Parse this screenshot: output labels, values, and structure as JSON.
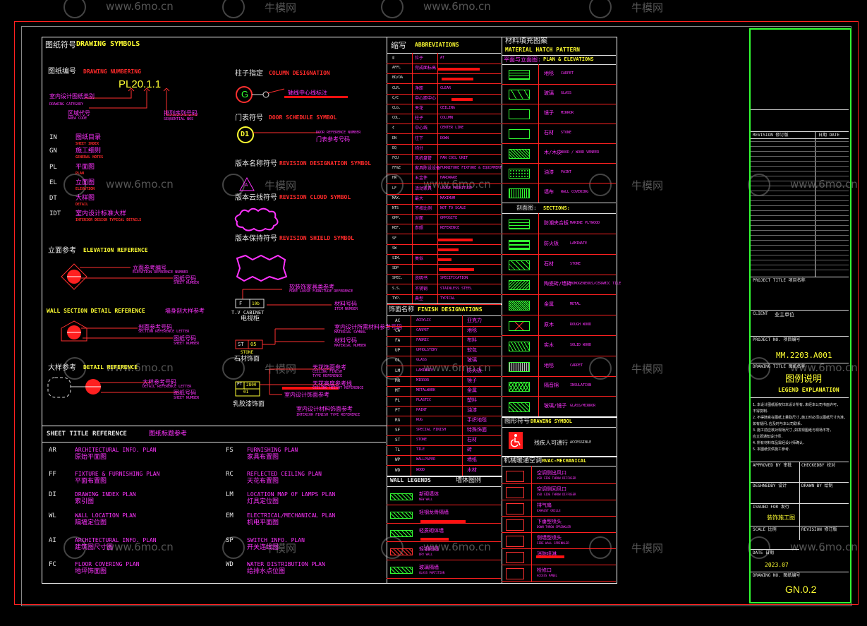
{
  "watermarks": [
    "www.6mo.cn",
    "牛模网"
  ],
  "drawing_symbols": {
    "title_cn": "图纸符号",
    "title_en": "DRAWING SYMBOLS",
    "numbering_cn": "图纸编号",
    "numbering_en": "DRAWING NUMBERING",
    "numbering_example": "PL20.1.1",
    "numbering_notes": [
      "室内设计图纸类别",
      "DRAWING CATEGORY",
      "区域代号",
      "AREA CODE",
      "排列序列号码",
      "SEQUENTIAL NOS"
    ],
    "category_codes": [
      {
        "code": "IN",
        "cn": "图纸目录",
        "en": "SHEET INDEX"
      },
      {
        "code": "GN",
        "cn": "施工细则",
        "en": "GENERAL NOTES"
      },
      {
        "code": "PL",
        "cn": "平面图",
        "en": "PLAN"
      },
      {
        "code": "EL",
        "cn": "立面图",
        "en": "ELEVATION"
      },
      {
        "code": "DT",
        "cn": "大样图",
        "en": "DETAIL"
      },
      {
        "code": "IDT",
        "cn": "室内设计标准大样",
        "en": "INTERIOR DESIGN TYPICAL DETAILS"
      }
    ],
    "elevation_ref_cn": "立面参考",
    "elevation_ref_en": "ELEVATION REFERENCE",
    "elevation_ref_notes": [
      "立面参考编号",
      "ELEVATION REFERENCE NUMBER",
      "图纸号码",
      "SHEET NUMBER"
    ],
    "wall_section_en": "WALL SECTION DETAIL REFERENCE",
    "wall_section_cn": "墙身剖大样参考",
    "wall_section_notes": [
      "剖面参考号码",
      "SECTION REFERENCE LETTER",
      "图纸号码",
      "SHEET NUMBER"
    ],
    "detail_ref_cn": "大样参考",
    "detail_ref_en": "DETAIL REFERENCE",
    "detail_ref_notes": [
      "大样参考号码",
      "DETAIL REFERENCE LETTER",
      "图纸号码",
      "SHEET NUMBER"
    ],
    "column_cn": "柱子指定",
    "column_en": "COLUMN DESIGNATION",
    "column_letter": "G",
    "column_note": "轴线中心线标注",
    "door_cn": "门表符号",
    "door_en": "DOOR SCHEDULE SYMBOL",
    "door_label": "D1",
    "door_notes": [
      "DOOR REFERENCE NUMBER",
      "门表参考号码"
    ],
    "revision_cn": "版本名称符号",
    "revision_en": "REVISION DESIGNATION SYMBOL",
    "revision_mark": "A",
    "revision_cloud_cn": "版本云线符号",
    "revision_cloud_en": "REVISION CLOUD SYMBOL",
    "revision_shield_cn": "版本保持符号",
    "revision_shield_en": "REVISION SHIELD SYMBOL",
    "furniture_notes": [
      "软装饰家具类参考",
      "FREE LOOSE FURNITURE REFERENCE",
      "材料号码",
      "ITEM NUMBER"
    ],
    "furniture_tag": [
      "F",
      "10b"
    ],
    "tv_cabinet_en": "T.V CABINET",
    "tv_cabinet_cn": "电视柜",
    "stone_notes": [
      "室内设计所需材料参考号码",
      "MATERIAL SYMBOL",
      "材料号码",
      "MATERIAL NUMBER"
    ],
    "stone_tag": [
      "ST",
      "05"
    ],
    "stone_en": "STONE",
    "stone_cn": "石材饰面",
    "latex_notes": [
      "天花饰面参考",
      "CEILING FINISH",
      "TYPE REFERENCE",
      "天花高度参考线",
      "CEILING HEIGHT REFERENCE",
      "室内设计饰面参考",
      "室内设计材料饰面参考",
      "INTERIOR FINISH TYPE REFERENCE"
    ],
    "latex_tag": [
      "PT",
      "2800",
      "01"
    ],
    "latex_cn": "乳胶漆饰面"
  },
  "sheet_title_reference": {
    "title_en": "SHEET TITLE REFERENCE",
    "title_cn": "图纸标题参考",
    "left": [
      {
        "code": "AR",
        "en": "ARCHITECTURAL INFO. PLAN",
        "cn": "原始平面图"
      },
      {
        "code": "FF",
        "en": "FIXTURE & FURNISHING PLAN",
        "cn": "平面布置图"
      },
      {
        "code": "DI",
        "en": "DRAWING INDEX PLAN",
        "cn": "索引图"
      },
      {
        "code": "WL",
        "en": "WALL LOCATION PLAN",
        "cn": "隔墙定位图"
      },
      {
        "code": "AI",
        "en": "ARCHITECTURAL INFO. PLAN",
        "cn": "建筑图尺寸图"
      },
      {
        "code": "FC",
        "en": "FLOOR COVERING PLAN",
        "cn": "地坪饰面图"
      }
    ],
    "right": [
      {
        "code": "FS",
        "en": "FURNISHING PLAN",
        "cn": "家具布置图"
      },
      {
        "code": "RC",
        "en": "REFLECTED CEILING PLAN",
        "cn": "天花布置图"
      },
      {
        "code": "LM",
        "en": "LOCATION MAP OF LAMPS PLAN",
        "cn": "灯具定位图"
      },
      {
        "code": "EM",
        "en": "ELECTRICAL/MECHANICAL PLAN",
        "cn": "机电平面图"
      },
      {
        "code": "SP",
        "en": "SWITCH INFO. PLAN",
        "cn": "开关连线图"
      },
      {
        "code": "WD",
        "en": "WATER DISTRIBUTION PLAN",
        "cn": "给排水点位图"
      }
    ]
  },
  "abbreviations": {
    "title_cn": "缩写",
    "title_en": "ABBREVIATIONS",
    "rows": [
      {
        "code": "@",
        "cn": "位于",
        "en": "AT"
      },
      {
        "code": "AFFL",
        "cn": "完成面标高",
        "en": ""
      },
      {
        "code": "BD/OA",
        "cn": "",
        "en": ""
      },
      {
        "code": "CLR.",
        "cn": "净距",
        "en": "CLEAR"
      },
      {
        "code": "C/C",
        "cn": "中心距中心",
        "en": ""
      },
      {
        "code": "CLG.",
        "cn": "天花",
        "en": "CEILING"
      },
      {
        "code": "COL.",
        "cn": "柱子",
        "en": "COLUMN"
      },
      {
        "code": "¢",
        "cn": "中心线",
        "en": "CENTER LINE"
      },
      {
        "code": "DN",
        "cn": "往下",
        "en": "DOWN"
      },
      {
        "code": "EQ",
        "cn": "均分",
        "en": ""
      },
      {
        "code": "FCU",
        "cn": "风机盘管",
        "en": "FAN COIL UNIT"
      },
      {
        "code": "FF&E",
        "cn": "家具陈设设备",
        "en": "FURNITURE FIXTURE & EQUIPMENT"
      },
      {
        "code": "HW",
        "cn": "五金件",
        "en": "HARDWARE"
      },
      {
        "code": "LF",
        "cn": "活动家具",
        "en": "LOOSE FURNITURE"
      },
      {
        "code": "MAX.",
        "cn": "最大",
        "en": "MAXIMUM"
      },
      {
        "code": "NTS",
        "cn": "不按比例",
        "en": "NOT TO SCALE"
      },
      {
        "code": "OPP.",
        "cn": "对面",
        "en": "OPPOSITE"
      },
      {
        "code": "REF.",
        "cn": "参照",
        "en": "REFERENCE"
      },
      {
        "code": "SF",
        "cn": "",
        "en": ""
      },
      {
        "code": "SW",
        "cn": "",
        "en": ""
      },
      {
        "code": "SIM.",
        "cn": "类似",
        "en": ""
      },
      {
        "code": "SDP",
        "cn": "",
        "en": ""
      },
      {
        "code": "SPEC.",
        "cn": "说明书",
        "en": "SPECIFICATION"
      },
      {
        "code": "S.S.",
        "cn": "不锈钢",
        "en": "STAINLESS STEEL"
      },
      {
        "code": "TYP.",
        "cn": "典型",
        "en": "TYPICAL"
      }
    ]
  },
  "finish_designations": {
    "title_cn": "饰面名称",
    "title_en": "FINISH DESIGNATIONS",
    "rows": [
      {
        "code": "AC",
        "en": "ACRYLIC",
        "cn": "亚克力"
      },
      {
        "code": "CA",
        "en": "CARPET",
        "cn": "地毯"
      },
      {
        "code": "FA",
        "en": "FABRIC",
        "cn": "布料"
      },
      {
        "code": "UP",
        "en": "UPHOLSTERY",
        "cn": "软包"
      },
      {
        "code": "GL",
        "en": "GLASS",
        "cn": "玻璃"
      },
      {
        "code": "LM",
        "en": "LAMINATE",
        "cn": "防火板"
      },
      {
        "code": "MR",
        "en": "MIRROR",
        "cn": "镜子"
      },
      {
        "code": "MT",
        "en": "METALWORK",
        "cn": "金属"
      },
      {
        "code": "PL",
        "en": "PLASTIC",
        "cn": "塑料"
      },
      {
        "code": "PT",
        "en": "PAINT",
        "cn": "油漆"
      },
      {
        "code": "RG",
        "en": "RUG",
        "cn": "手织地毯"
      },
      {
        "code": "SF",
        "en": "SPECIAL FINISH",
        "cn": "特殊饰面"
      },
      {
        "code": "ST",
        "en": "STONE",
        "cn": "石材"
      },
      {
        "code": "TL",
        "en": "TILE",
        "cn": "砖"
      },
      {
        "code": "WP",
        "en": "WALLPAPER",
        "cn": "墙纸"
      },
      {
        "code": "WD",
        "en": "WOOD",
        "cn": "木材"
      }
    ]
  },
  "wall_legends": {
    "title_en": "WALL LEGENDS",
    "title_cn": "墙体图例",
    "rows": [
      {
        "cn": "新砌墙体",
        "en": "NEW WALL"
      },
      {
        "cn": "轻钢龙骨隔墙",
        "en": ""
      },
      {
        "cn": "轻质砌体墙",
        "en": ""
      },
      {
        "cn": "轻钢隔墙",
        "en": "DRY WALL"
      },
      {
        "cn": "玻璃隔墙",
        "en": "GLASS PARTITION"
      }
    ]
  },
  "material_hatch": {
    "title_cn": "材料填充图案",
    "title_en": "MATERIAL HATCH PATTERN",
    "plan_header_cn": "平面与立面图:",
    "plan_header_en": "PLAN & ELEVATIONS",
    "plan_rows": [
      {
        "cn": "地毯",
        "en": "CARPET"
      },
      {
        "cn": "玻璃",
        "en": "GLASS"
      },
      {
        "cn": "镜子",
        "en": "MIRROR"
      },
      {
        "cn": "石材",
        "en": "STONE"
      },
      {
        "cn": "木/木皮",
        "en": "WOOD / WOOD VENEER"
      },
      {
        "cn": "油漆",
        "en": "PAINT"
      },
      {
        "cn": "墙布",
        "en": "WALL COVERING"
      }
    ],
    "section_header_cn": "剖面图:",
    "section_header_en": "SECTIONS:",
    "section_rows": [
      {
        "cn": "防潮夹合板",
        "en": "MARINE PLYWOOD"
      },
      {
        "cn": "防火板",
        "en": "LAMINATE"
      },
      {
        "cn": "石材",
        "en": "STONE"
      },
      {
        "cn": "陶瓷砖/墙砖",
        "en": "HOMOGENEOUS/CERAMIC TILE"
      },
      {
        "cn": "金属",
        "en": "METAL"
      },
      {
        "cn": "原木",
        "en": "ROUGH WOOD"
      },
      {
        "cn": "实木",
        "en": "SOLID WOOD"
      },
      {
        "cn": "地毯",
        "en": "CARPET"
      },
      {
        "cn": "隔音棉",
        "en": "INSULATION"
      },
      {
        "cn": "玻璃/镜子",
        "en": "GLASS/MIRROR"
      }
    ]
  },
  "drawing_symbol": {
    "title_cn": "图形符号",
    "title_en": "DRAWING SYMBOL",
    "accessible_cn": "残疾人可通行",
    "accessible_en": "ACCESSIBLE"
  },
  "hvac": {
    "title_cn": "机械暖通空调",
    "title_en": "HVAC-MECHANICAL",
    "rows": [
      {
        "cn": "空调侧出风口",
        "en": "4SD SIDE THROW DIFFUSER"
      },
      {
        "cn": "空调侧回风口",
        "en": "4SD SIDE THROW DIFFUSER"
      },
      {
        "cn": "排气扇",
        "en": "EXHAUST GRILLE"
      },
      {
        "cn": "下垂型喷头",
        "en": "DOWN THROW SPRINKLER"
      },
      {
        "cn": "侧墙型喷头",
        "en": "SIDE WALL SPRINKLER"
      },
      {
        "cn": "消防喷淋",
        "en": ""
      },
      {
        "cn": "检修口",
        "en": "ACCESS PANEL"
      }
    ]
  },
  "title_block": {
    "revision_label": "REVISION 修订版",
    "date_label": "日期 DATE",
    "project_title_label": "PROJECT TITLE 项目名称",
    "client_label": "CLIENT",
    "client_value": "业主单位",
    "project_no_label": "PROJECT NO. 项目编号",
    "project_no_value": "MM.2203.A001",
    "drawing_title_label": "DRAWING TITLE 图纸名称",
    "drawing_title_cn": "图例说明",
    "drawing_title_en": "LEGEND EXPLANATION",
    "notes": [
      "1.本设计图纸版权归本设计所有,未经本公司书面许可,",
      "不得复制.",
      "2.不得随意在图纸上量取尺寸,施工时必须以图纸尺寸为准,",
      "如有疑问,应及时与本公司联系.",
      "3.施工前应核对现场尺寸,如发现图纸与现场不符,",
      "应立即通知设计师.",
      "4.所有材料样品需经设计师确认.",
      "5.本图纸仅供施工参考."
    ],
    "approved_label": "APPROVED BY 审批",
    "checked_label": "CHECKEDBY 校对",
    "designed_label": "DESHNEDBY 设计",
    "drawn_label": "DRAWN BY 绘制",
    "issued_label": "ISSUED FOR 发行",
    "issued_value": "装饰施工图",
    "scale_label": "SCALE 比例",
    "revision2_label": "REVISION 修订版",
    "revision2_value": "—",
    "date2_label": "DATE 日期",
    "date2_value": "2023.07",
    "drawing_no_label": "DRAWING NO. 图纸编号",
    "drawing_no_value": "GN.0.2"
  }
}
